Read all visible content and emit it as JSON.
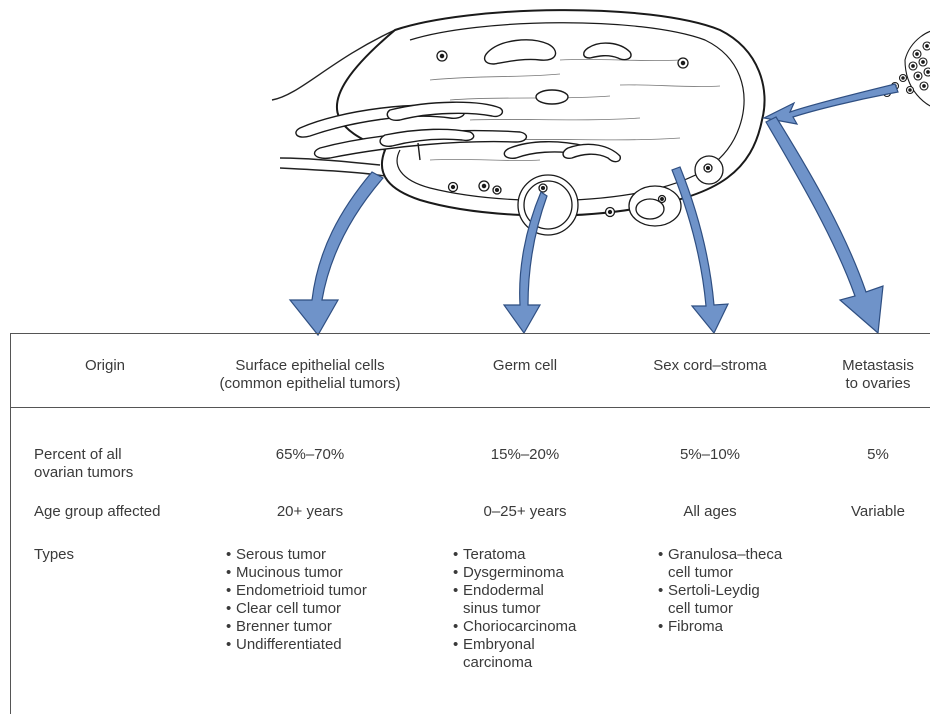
{
  "table": {
    "headers": {
      "origin": "Origin",
      "epithelial": "Surface epithelial cells\n(common epithelial tumors)",
      "germ": "Germ cell",
      "sexcord": "Sex cord–stroma",
      "metastasis": "Metastasis\nto ovaries"
    },
    "rows": {
      "percent": {
        "label": "Percent of all\novarian tumors",
        "epithelial": "65%–70%",
        "germ": "15%–20%",
        "sexcord": "5%–10%",
        "metastasis": "5%"
      },
      "age": {
        "label": "Age group affected",
        "epithelial": "20+ years",
        "germ": "0–25+ years",
        "sexcord": "All ages",
        "metastasis": "Variable"
      },
      "types": {
        "label": "Types",
        "epithelial": [
          "Serous tumor",
          "Mucinous tumor",
          "Endometrioid tumor",
          "Clear cell tumor",
          "Brenner tumor",
          "Undifferentiated"
        ],
        "germ": [
          "Teratoma",
          "Dysgerminoma",
          "Endodermal\nsinus tumor",
          "Choriocarcinoma",
          "Embryonal\ncarcinoma"
        ],
        "sexcord": [
          "Granulosa–theca\ncell tumor",
          "Sertoli-Leydig\ncell tumor",
          "Fibroma"
        ]
      }
    }
  },
  "colors": {
    "arrow_fill": "#6f93c9",
    "arrow_stroke": "#2f4f82",
    "line": "#555555"
  }
}
